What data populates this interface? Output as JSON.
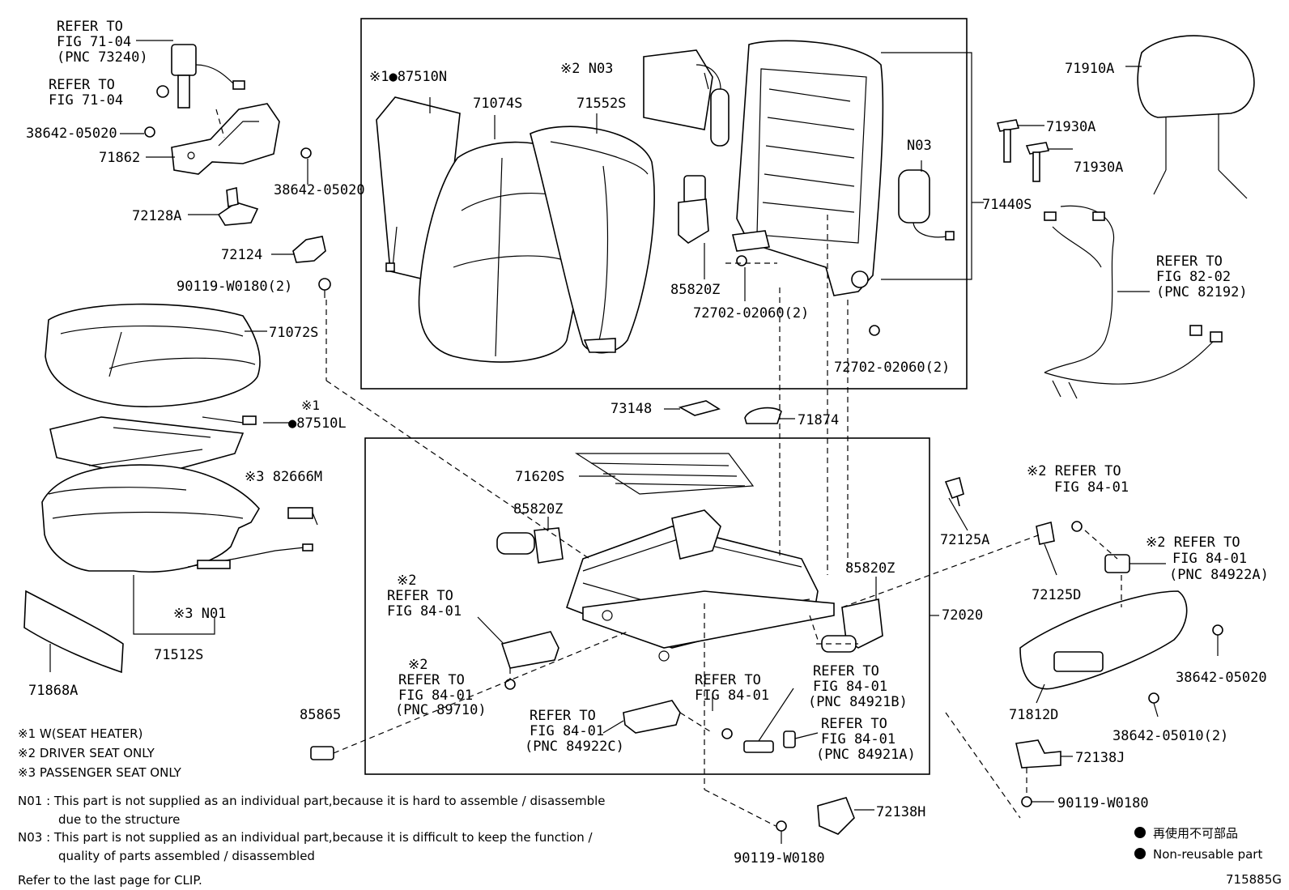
{
  "labels": {
    "refer_71_04_pnc": [
      "REFER TO",
      "FIG 71-04",
      "(PNC 73240)"
    ],
    "refer_71_04": [
      "REFER TO",
      "FIG 71-04"
    ],
    "p38642_05020_a": "38642-05020",
    "p71862": "71862",
    "p38642_05020_b": "38642-05020",
    "p72128A": "72128A",
    "p72124": "72124",
    "p90119_W0180_2": "90119-W0180(2)",
    "p71072S": "71072S",
    "p87510L_mark": "※1",
    "p87510L": "●87510L",
    "p82666M": "※3 82666M",
    "pN01": "※3 N01",
    "p71512S": "71512S",
    "p71868A": "71868A",
    "p87510N": "※1●87510N",
    "p71074S": "71074S",
    "p71552S": "71552S",
    "pN03_top": "※2 N03",
    "pN03_right": "N03",
    "p85820Z_top": "85820Z",
    "p72702_02060_a": "72702-02060(2)",
    "p72702_02060_b": "72702-02060(2)",
    "p71440S": "71440S",
    "p71910A": "71910A",
    "p71930A_a": "71930A",
    "p71930A_b": "71930A",
    "refer_82_02": [
      "REFER TO",
      "FIG 82-02",
      "(PNC 82192)"
    ],
    "p73148": "73148",
    "p71874": "71874",
    "p71620S": "71620S",
    "p85820Z_mid": "85820Z",
    "p85820Z_right": "85820Z",
    "p72020": "72020",
    "refer_84_01_a": [
      "※2",
      "REFER TO",
      "FIG 84-01"
    ],
    "refer_84_01_b": [
      "※2",
      "REFER TO",
      "FIG 84-01",
      "(PNC 89710)"
    ],
    "p85865": "85865",
    "refer_84_01_c": [
      "REFER TO",
      "FIG 84-01",
      "(PNC 84922C)"
    ],
    "refer_84_01_d": [
      "REFER TO",
      "FIG 84-01"
    ],
    "refer_84_01_e": [
      "REFER TO",
      "FIG 84-01",
      "(PNC 84921B)"
    ],
    "refer_84_01_f": [
      "REFER TO",
      "FIG 84-01",
      "(PNC 84921A)"
    ],
    "p72125A": "72125A",
    "p72125D": "72125D",
    "refer_84_01_g": [
      "※2 REFER TO",
      "FIG 84-01"
    ],
    "refer_84_01_h": [
      "※2 REFER TO",
      "FIG 84-01",
      "(PNC 84922A)"
    ],
    "p38642_05020_c": "38642-05020",
    "p71812D": "71812D",
    "p38642_05010_2": "38642-05010(2)",
    "p72138J": "72138J",
    "p90119_W0180_a": "90119-W0180",
    "p72138H": "72138H",
    "p90119_W0180_b": "90119-W0180"
  },
  "footnotes": [
    "※1  W(SEAT HEATER)",
    "※2  DRIVER SEAT ONLY",
    "※3  PASSENGER SEAT ONLY"
  ],
  "notes": [
    "N01 : This part is not supplied as an individual part,because it is hard to assemble / disassemble",
    "due to the structure",
    "N03 : This part is not supplied as an individual part,because it is difficult to keep the function /",
    "quality of parts assembled / disassembled"
  ],
  "clip_note": "Refer to the last page for CLIP.",
  "legend": {
    "jp": "再使用不可部品",
    "en": "Non-reusable part"
  },
  "figure_id": "715885G"
}
